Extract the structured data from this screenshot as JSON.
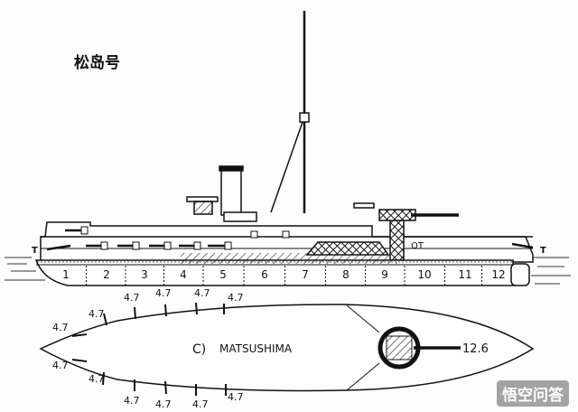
{
  "title": "松岛号",
  "ship_name": "MATSUSHIMA",
  "ship_prefix": "C)",
  "main_gun": "12.6",
  "secondary_gun": "4.7",
  "torpedo_label": "T",
  "torpedo_label_mid": "OT",
  "compartments": [
    "1",
    "2",
    "3",
    "4",
    "5",
    "6",
    "7",
    "8",
    "9",
    "10",
    "11",
    "12"
  ],
  "watermark": "悟空问答"
}
